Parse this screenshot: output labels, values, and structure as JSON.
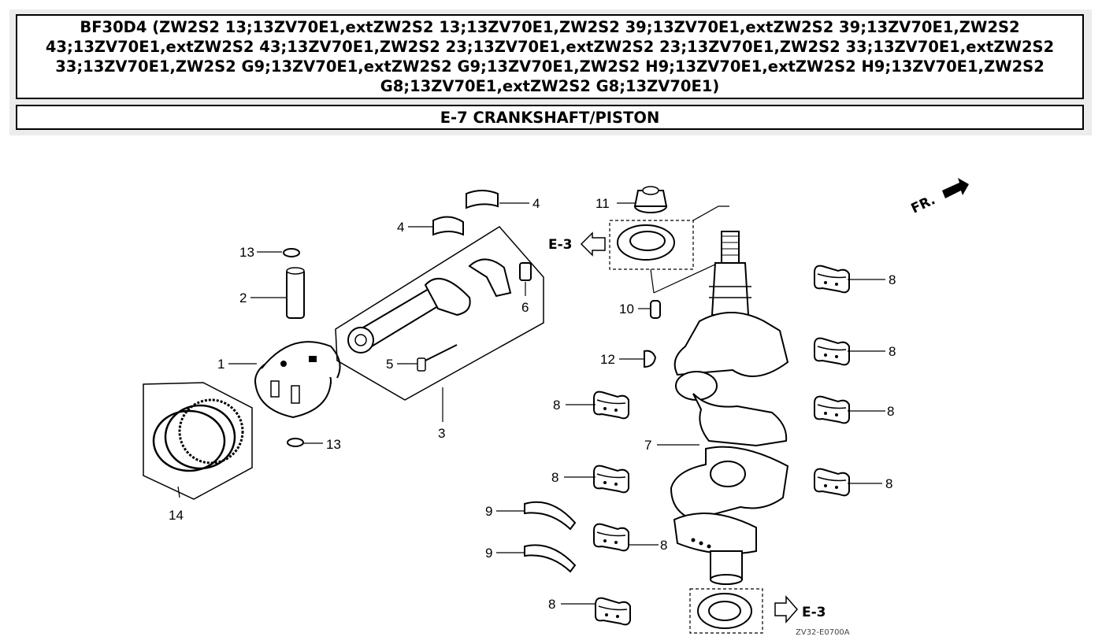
{
  "header": {
    "model_title": "BF30D4 (ZW2S2 13;13ZV70E1,extZW2S2 13;13ZV70E1,ZW2S2 39;13ZV70E1,extZW2S2 39;13ZV70E1,ZW2S2 43;13ZV70E1,extZW2S2 43;13ZV70E1,ZW2S2 23;13ZV70E1,extZW2S2 23;13ZV70E1,ZW2S2 33;13ZV70E1,extZW2S2 33;13ZV70E1,ZW2S2 G9;13ZV70E1,extZW2S2 G9;13ZV70E1,ZW2S2 H9;13ZV70E1,extZW2S2 H9;13ZV70E1,ZW2S2 G8;13ZV70E1,extZW2S2 G8;13ZV70E1)",
    "section_title": "E-7 CRANKSHAFT/PISTON"
  },
  "diagram": {
    "front_marker": "FR.",
    "ref_top": "E-3",
    "ref_bottom": "E-3",
    "drawing_code": "ZV32-E0700A",
    "callouts": {
      "c1": "1",
      "c2": "2",
      "c3": "3",
      "c4a": "4",
      "c4b": "4",
      "c5": "5",
      "c6": "6",
      "c7": "7",
      "c8a": "8",
      "c8b": "8",
      "c8c": "8",
      "c8d": "8",
      "c8e": "8",
      "c8f": "8",
      "c8g": "8",
      "c8h": "8",
      "c9a": "9",
      "c9b": "9",
      "c10": "10",
      "c11": "11",
      "c12": "12",
      "c13a": "13",
      "c13b": "13",
      "c14": "14"
    }
  }
}
